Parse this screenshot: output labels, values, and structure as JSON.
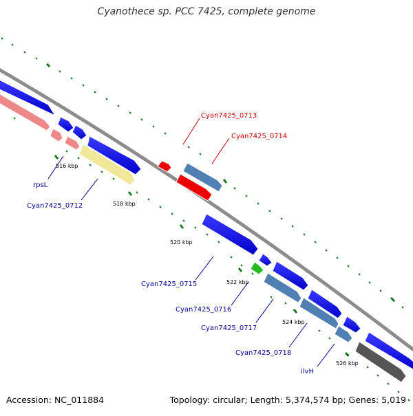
{
  "title": "Cyanothece sp. PCC 7425, complete genome",
  "footer": {
    "accession": "Accession: NC_011884",
    "summary": "Topology: circular; Length: 5,374,574 bp; Genes: 5,019"
  },
  "colors": {
    "backbone": "#808080",
    "ticks": "#1a7a1a",
    "gene_label_default": "#00008b",
    "gene_label_highlight": "#cc0000",
    "blue": "#0000ee",
    "pink": "#ee8888",
    "yellow": "#f0e898",
    "red": "#ee0000",
    "steelblue": "#4f7fb3",
    "green": "#22bb22",
    "gray": "#555555"
  },
  "scale_labels": [
    "516 kbp",
    "518 kbp",
    "520 kbp",
    "522 kbp",
    "524 kbp",
    "526 kbp"
  ],
  "genes": [
    {
      "name": "rpsL",
      "color": "pink"
    },
    {
      "name": "Cyan7425_0712",
      "color": "yellow"
    },
    {
      "name": "Cyan7425_0713",
      "color": "red"
    },
    {
      "name": "Cyan7425_0714",
      "color": "red"
    },
    {
      "name": "Cyan7425_0715",
      "color": "blue"
    },
    {
      "name": "Cyan7425_0716",
      "color": "blue"
    },
    {
      "name": "Cyan7425_0717",
      "color": "steelblue"
    },
    {
      "name": "Cyan7425_0718",
      "color": "blue"
    },
    {
      "name": "ilvH",
      "color": "blue"
    }
  ]
}
